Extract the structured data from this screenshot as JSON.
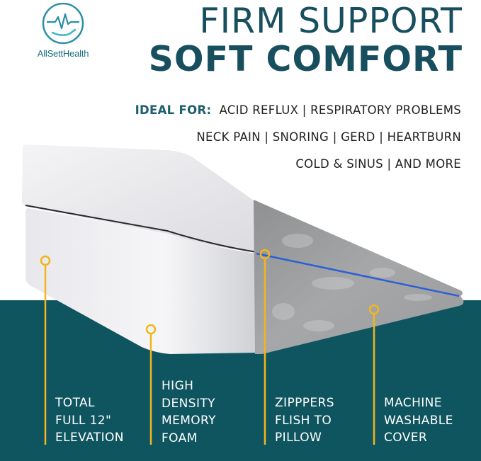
{
  "brand": {
    "name": "AllSettHealth"
  },
  "headline": {
    "line1": "FIRM SUPPORT",
    "line2": "SOFT COMFORT"
  },
  "ideal_for": {
    "lead": "IDEAL FOR:",
    "line1": "ACID REFLUX | RESPIRATORY PROBLEMS",
    "line2": "NECK PAIN | SNORING | GERD | HEARTBURN",
    "line3": "COLD & SINUS | AND MORE"
  },
  "callouts": [
    {
      "lines": [
        "TOTAL",
        "FULL 12\"",
        "ELEVATION"
      ]
    },
    {
      "lines": [
        "HIGH",
        "DENSITY",
        "MEMORY",
        "FOAM"
      ]
    },
    {
      "lines": [
        "ZIPPPERS",
        "FLISH TO",
        "PILLOW"
      ]
    },
    {
      "lines": [
        "MACHINE",
        "WASHABLE",
        "COVER"
      ]
    }
  ],
  "colors": {
    "teal": "#0f5560",
    "heading": "#174f5e",
    "accent_yellow": "#f2b51e",
    "zipper_blue": "#2a5fd6"
  },
  "icons": [
    "heartbeat-icon",
    "caring-hand-icon"
  ]
}
